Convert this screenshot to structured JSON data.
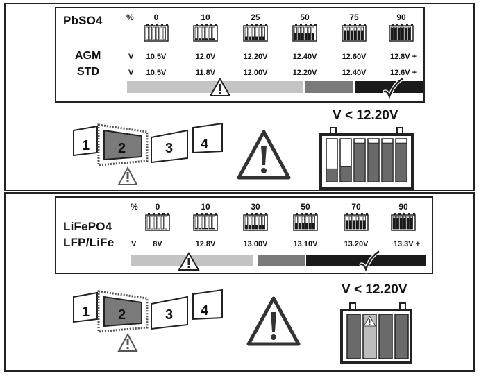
{
  "pbso4": {
    "chemistry": "PbSO4",
    "percent_symbol": "%",
    "percents": [
      "0",
      "10",
      "25",
      "50",
      "75",
      "90"
    ],
    "charge_fractions": [
      0.0,
      0.1,
      0.25,
      0.5,
      0.75,
      0.9
    ],
    "rows": [
      {
        "label": "AGM",
        "unit": "V",
        "voltages": [
          "10.5V",
          "12.0V",
          "12.20V",
          "12.40V",
          "12.60V",
          "12.8V +"
        ]
      },
      {
        "label": "STD",
        "unit": "V",
        "voltages": [
          "10.5V",
          "11.8V",
          "12.00V",
          "12.20V",
          "12.40V",
          "12.6V +"
        ]
      }
    ],
    "threshold": "V < 12.20V",
    "steps": [
      "1",
      "2",
      "3",
      "4"
    ],
    "highlighted_step": "2"
  },
  "lifepo4": {
    "chemistry_line1": "LiFePO4",
    "chemistry_line2": "LFP/LiFe",
    "percent_symbol": "%",
    "percents": [
      "0",
      "10",
      "30",
      "50",
      "70",
      "90"
    ],
    "charge_fractions": [
      0.0,
      0.1,
      0.3,
      0.5,
      0.7,
      0.9
    ],
    "row": {
      "unit": "V",
      "voltages": [
        "8V",
        "12.8V",
        "13.00V",
        "13.10V",
        "13.20V",
        "13.3V +"
      ]
    },
    "threshold": "V < 12.20V",
    "steps": [
      "1",
      "2",
      "3",
      "4"
    ],
    "highlighted_step": "2"
  },
  "colors": {
    "bar_light": "#c4c4c4",
    "bar_mid": "#7a7a7a",
    "bar_dark": "#1a1a1a",
    "cell_fill": "#6a6a6a",
    "cell_light": "#bdbdbd",
    "line": "#222222"
  },
  "icons": [
    "warning-icon",
    "check-icon",
    "battery-icon"
  ]
}
